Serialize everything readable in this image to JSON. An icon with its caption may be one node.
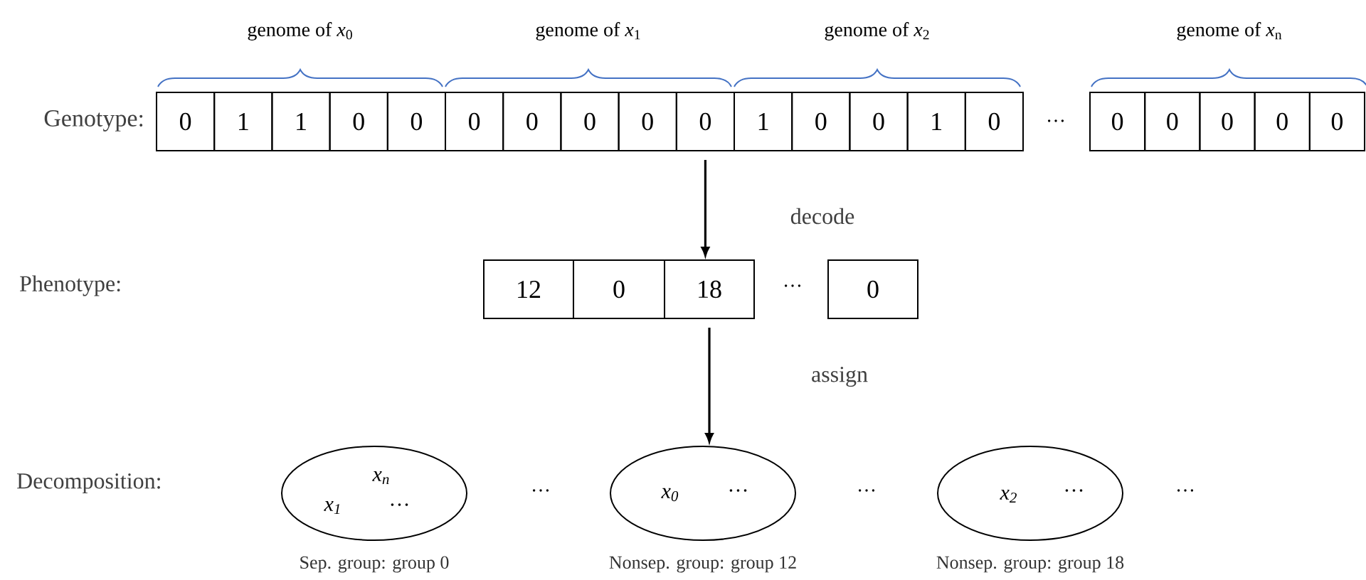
{
  "diagram": {
    "nodes": [
      {
        "text": [
          "0"
        ]
      },
      {
        "text": [
          "1"
        ]
      },
      {
        "text": [
          "1"
        ]
      },
      {
        "text": [
          "0"
        ]
      },
      {
        "text": [
          "0"
        ]
      },
      {
        "text": [
          "0"
        ]
      },
      {
        "text": [
          "0"
        ]
      },
      {
        "text": [
          "0"
        ]
      },
      {
        "text": [
          "0"
        ]
      },
      {
        "text": [
          "0"
        ]
      },
      {
        "text": [
          "1"
        ]
      },
      {
        "text": [
          "0"
        ]
      },
      {
        "text": [
          "0"
        ]
      },
      {
        "text": [
          "1"
        ]
      },
      {
        "text": [
          "0"
        ]
      },
      {
        "text": [
          "0"
        ]
      },
      {
        "text": [
          "0"
        ]
      },
      {
        "text": [
          "0"
        ]
      },
      {
        "text": [
          "0"
        ]
      },
      {
        "text": [
          "0"
        ]
      },
      {
        "text": [
          "12"
        ]
      },
      {
        "text": [
          "0"
        ]
      },
      {
        "text": [
          "18"
        ]
      },
      {
        "text": [
          "0"
        ]
      },
      {
        "text": [
          "*x*$_{n}$",
          "*x*$_{1}$",
          "…"
        ],
        "beside": [
          "Sep. group: group 0"
        ]
      },
      {
        "text": [
          "*x*$_{0}$",
          "…"
        ],
        "beside": [
          "Nonsep. group: group 12"
        ]
      },
      {
        "text": [
          "*x*$_{2}$",
          "…"
        ],
        "beside": [
          "Nonsep. group: group 18"
        ]
      }
    ],
    "edges": [
      {
        "from": 9,
        "to": 22,
        "arrow": "to",
        "label": "decode"
      },
      {
        "from": 22,
        "to": 25,
        "arrow": "to",
        "label": "assign"
      }
    ],
    "labels": [
      "genome of *x*$_{0}$",
      "genome of *x*$_{1}$",
      "genome of *x*$_{2}$",
      "genome of *x*$_{n}$",
      "Genotype:",
      "…",
      "Phenotype:",
      "…",
      "Decomposition:",
      "…",
      "…",
      "…"
    ]
  }
}
